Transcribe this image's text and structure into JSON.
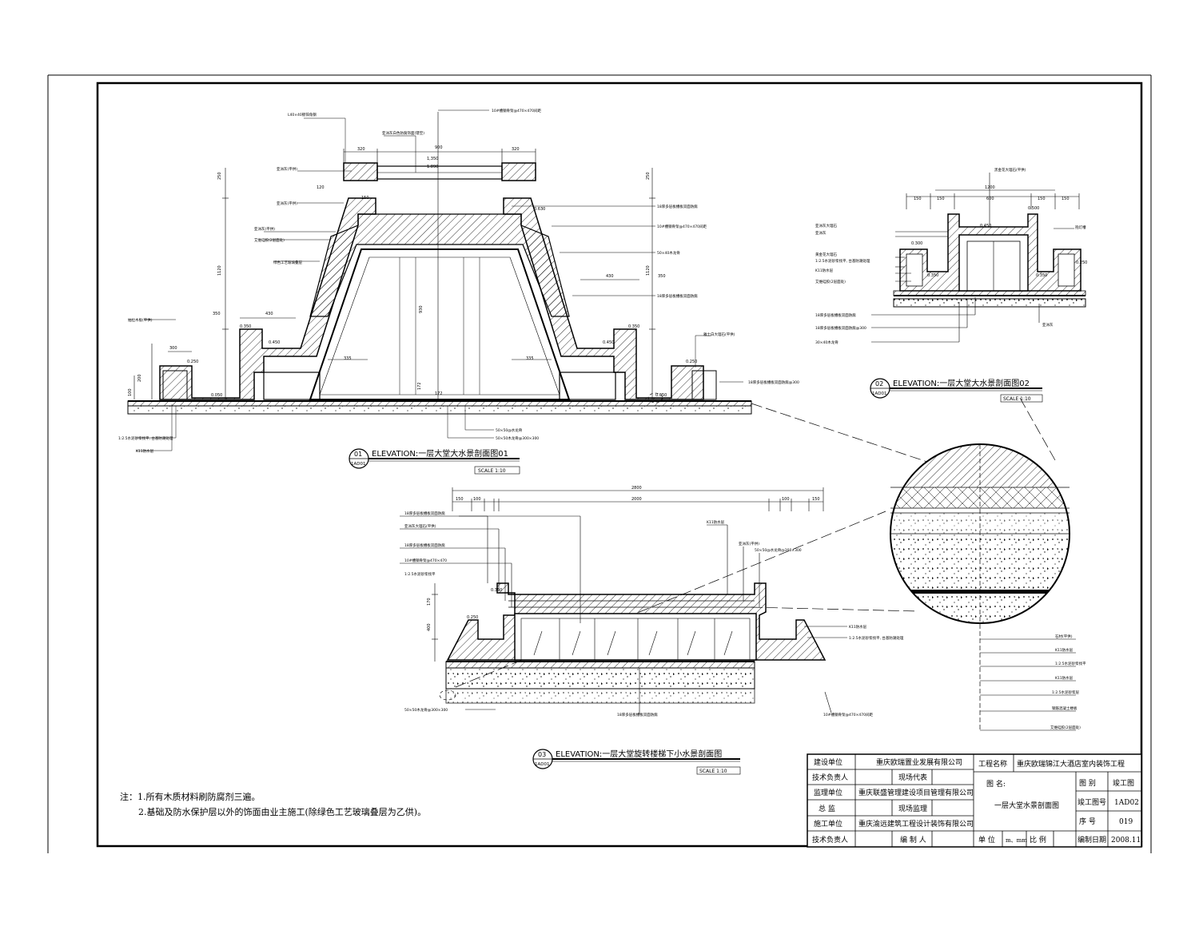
{
  "sections": {
    "s01": {
      "num": "01",
      "sheet": "1AD01",
      "title": "ELEVATION:一层大堂大水景剖面图01",
      "scale": "SCALE 1:10"
    },
    "s02": {
      "num": "02",
      "sheet": "1AD01",
      "title": "ELEVATION:一层大堂大水景剖面图02",
      "scale": "SCALE 1:10"
    },
    "s03": {
      "num": "03",
      "sheet": "1AD01",
      "title": "ELEVATION:一层大堂旋转楼梯下小水景剖面图",
      "scale": "SCALE 1:10"
    }
  },
  "dims": {
    "d320a": "320",
    "d900": "900",
    "d320b": "320",
    "d1350": "1,350",
    "d150a": "150",
    "d120": "120",
    "d1120a": "1120",
    "d1120b": "1120",
    "d250a": "250",
    "d250b": "250",
    "d350a": "350",
    "d430a": "430",
    "d430b": "430",
    "d350b": "350",
    "d335a": "335",
    "d335b": "335",
    "d930": "930",
    "d172a": "172",
    "d172b": "172",
    "d200": "200",
    "d300": "300",
    "d100": "100",
    "d2_1200": "1200",
    "d2_150a": "150",
    "d2_150b": "150",
    "d2_600": "600",
    "d2_150c": "150",
    "d2_150d": "150",
    "d3_2800": "2800",
    "d3_2000": "2000",
    "d3_150": "150",
    "d3_100": "100",
    "d3_400": "400",
    "d3_170": "170"
  },
  "levels": {
    "l1": "1.890",
    "l2": "0.630",
    "l3": "0.450",
    "l4": "0.350",
    "l5": "0.250",
    "l6": "0.050",
    "l7": "0.300",
    "l8": "0.350",
    "l9": "0.450",
    "l10": "0.500"
  },
  "callouts": {
    "c1": "L40×40镀锌角钢",
    "c2": "10#槽钢骨架@470×470间距",
    "c3": "亚洲灰(平供)",
    "c4": "亚洲灰(平供)",
    "c5": "亚洲灰白色防腐饰面(镂空)",
    "c6": "亚洲灰(平供)",
    "c7": "艾维硅胶(2层面处)",
    "c8": "绿色工艺玻璃叠层",
    "c9": "18厚多层板槽板双面防腐",
    "c10": "10#槽钢骨架@470×470间距",
    "c11": "50×40木龙骨",
    "c12": "18厚多层板槽板双面防腐",
    "c13": "抽拉木板(平供)",
    "c14": "1:2.5水泥砂浆找平, 台基防潮处理",
    "c15": "K11防水层",
    "c16": "50×50@水龙骨",
    "c17": "50×50木龙骨@300×300",
    "c18": "雅士白大理石(平供)",
    "c19": "18厚多层板槽板双面防腐@300",
    "c20": "黑金花大理石(平供)",
    "c21": "亚洲灰大理石",
    "c22": "K11防水层",
    "c23": "18厚多层板槽板双面防腐",
    "c24": "30×40木龙骨",
    "c25": "亚洲灰",
    "c26": "黄金花大理石",
    "c27": "艾维硅胶(2层面处)",
    "c28": "抱灯槽",
    "c29": "18厚多层板槽板双面防腐",
    "c30": "亚洲灰大理石(平供)",
    "c31": "K11防水层",
    "c32": "1:2.5水泥砂浆找平",
    "c33": "50×50@水龙骨@300×300",
    "c34": "18厚多层板槽板双面防腐",
    "c35": "10#槽钢骨架@470×470",
    "c36": "K11防水层",
    "c37": "亚洲灰(平供)",
    "c38": "1:2.5水泥砂浆找平, 台基防潮处理",
    "e1": "石材(平供)",
    "e2": "K11防水层",
    "e3": "1:2.5水泥砂浆找平",
    "e4": "K11防水层",
    "e5": "1:2.5水泥砂浆层",
    "e6": "钢筋混凝土楼板",
    "e7": "艾维硅胶(2层面处)"
  },
  "notes": {
    "n1": "注：1.所有木质材料刷防腐剂三遍。",
    "n2": "2.基础及防水保护层以外的饰面由业主施工(除绿色工艺玻璃叠层为乙供)。"
  },
  "title_block": {
    "r1_label": "建设单位",
    "r1_value": "重庆欧瑞置业发展有限公司",
    "r2_label": "技术负责人",
    "r2_mid": "现场代表",
    "r3_label": "监理单位",
    "r3_value": "重庆联盛管理建设项目管理有限公司",
    "r4_label": "总 监",
    "r4_mid": "现场监理",
    "r5_label": "施工单位",
    "r5_value": "重庆渝远建筑工程设计装饰有限公司",
    "r6_label": "技术负责人",
    "r6_mid": "编 制 人",
    "project_label": "工程名称",
    "project_value": "重庆欧瑞锦江大酒店室内装饰工程",
    "drawing_label": "图 名:",
    "drawing_value": "一层大堂水景剖面图",
    "unit_label": "单 位",
    "unit_value": "m、mm",
    "ratio_label": "比 例",
    "cat_label": "图 别",
    "cat_value": "竣工图",
    "num_label": "竣工图号",
    "num_value": "1AD02",
    "seq_label": "序 号",
    "seq_value": "019",
    "date_label": "编制日期",
    "date_value": "2008.11."
  }
}
